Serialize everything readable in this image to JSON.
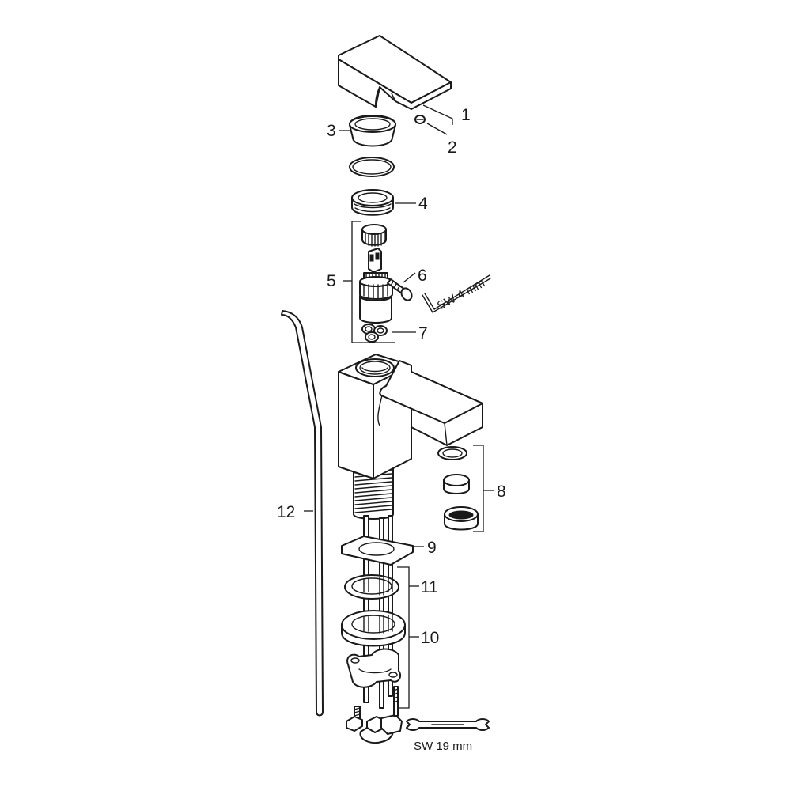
{
  "callouts": {
    "c1": "1",
    "c2": "2",
    "c3": "3",
    "c4": "4",
    "c5": "5",
    "c6": "6",
    "c7": "7",
    "c8": "8",
    "c9": "9",
    "c10": "10",
    "c11": "11",
    "c12": "12"
  },
  "tools": {
    "allen_key": "SW 4 mm",
    "wrench": "SW 19 mm"
  }
}
